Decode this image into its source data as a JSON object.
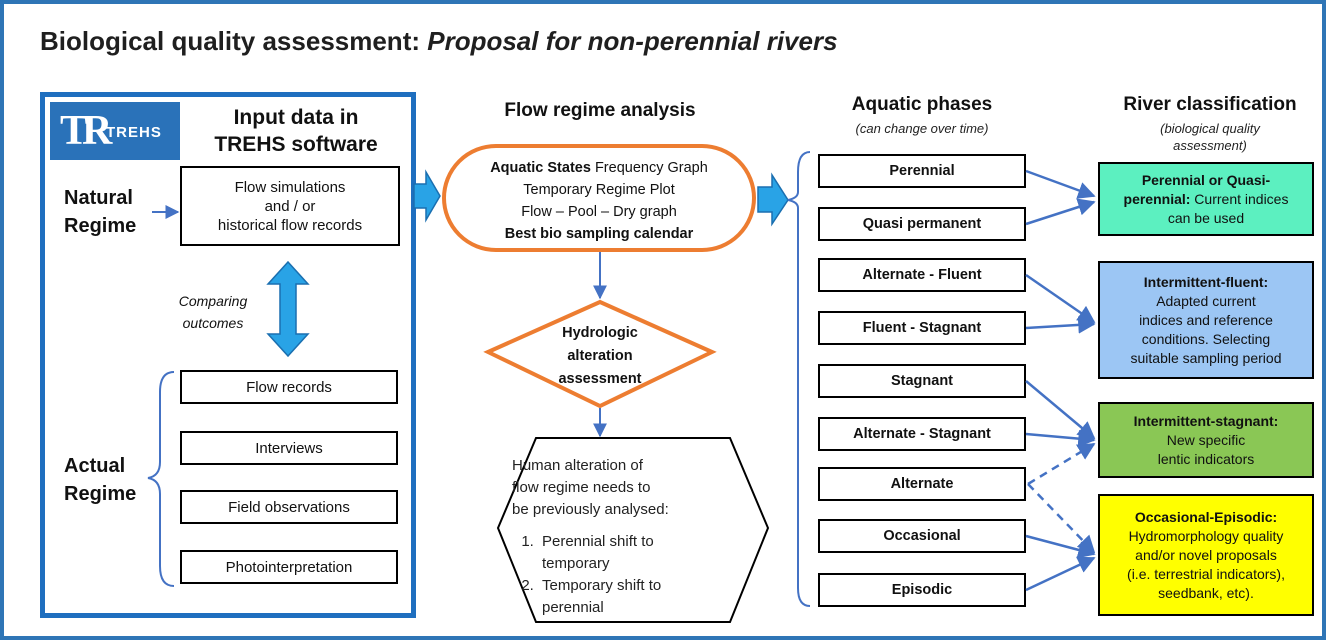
{
  "title": {
    "main": "Biological quality assessment: ",
    "italic": "Proposal for non-perennial rivers"
  },
  "logo": {
    "mark": "TR",
    "name": "TREHS"
  },
  "input_panel": {
    "heading": [
      "Input data in",
      "TREHS software"
    ],
    "natural_regime": [
      "Natural",
      "Regime"
    ],
    "actual_regime": [
      "Actual",
      "Regime"
    ],
    "flow_box": [
      "Flow simulations",
      "and / or",
      "historical flow records"
    ],
    "comparing": [
      "Comparing",
      "outcomes"
    ],
    "actual_items": [
      "Flow records",
      "Interviews",
      "Field observations",
      "Photointerpretation"
    ]
  },
  "flow_regime": {
    "heading": "Flow regime analysis",
    "oval": {
      "line1_bold": "Aquatic States",
      "line1_rest": " Frequency Graph",
      "line2": "Temporary Regime Plot",
      "line3": "Flow – Pool – Dry graph",
      "line4": "Best bio sampling calendar"
    },
    "diamond": [
      "Hydrologic",
      "alteration",
      "assessment"
    ],
    "hexagon": {
      "intro": [
        "Human alteration of",
        "flow regime needs to",
        "be previously analysed:"
      ],
      "items": [
        [
          "Perennial shift to",
          "temporary"
        ],
        [
          "Temporary shift to",
          "perennial"
        ]
      ]
    }
  },
  "aquatic_phases": {
    "heading": "Aquatic phases",
    "subtitle": "(can change over time)",
    "phases": [
      "Perennial",
      "Quasi permanent",
      "Alternate - Fluent",
      "Fluent - Stagnant",
      "Stagnant",
      "Alternate - Stagnant",
      "Alternate",
      "Occasional",
      "Episodic"
    ]
  },
  "river_classification": {
    "heading": "River classification",
    "subtitle": [
      "(biological quality",
      "assessment)"
    ],
    "classes": [
      {
        "bold": [
          "Perennial or Quasi-",
          "perennial:"
        ],
        "text": [
          " Current indices",
          "can be used"
        ],
        "color": "#5cf0c0"
      },
      {
        "bold": [
          "Intermittent-fluent:"
        ],
        "text": [
          "Adapted current",
          "indices and reference",
          "conditions. Selecting",
          "suitable sampling period"
        ],
        "color": "#9cc6f4"
      },
      {
        "bold": [
          "Intermittent-stagnant:"
        ],
        "text": [
          "New specific",
          "lentic indicators"
        ],
        "color": "#8ac755"
      },
      {
        "bold": [
          "Occasional-Episodic:"
        ],
        "text": [
          "Hydromorphology quality",
          "and/or novel proposals",
          "(i.e. terrestrial indicators),",
          "seedbank, etc)."
        ],
        "color": "#ffff00"
      }
    ]
  },
  "colors": {
    "frame": "#2e75b6",
    "panel_border": "#1f6fbf",
    "arrow": "#4472c4",
    "block_arrow": "#29a3e6",
    "oval_border": "#ed7d31",
    "title_text": "#1f1f1f"
  }
}
